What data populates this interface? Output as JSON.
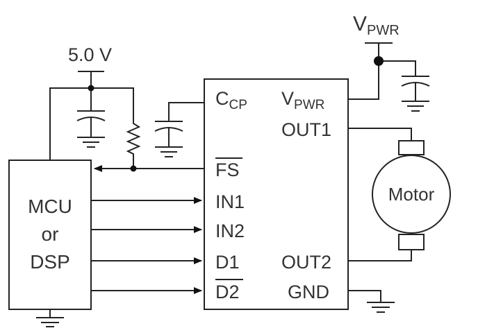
{
  "supply": {
    "logic_voltage": "5.0 V",
    "vpwr_main": "V",
    "vpwr_sub": "PWR"
  },
  "mcu": {
    "line1": "MCU",
    "line2": "or",
    "line3": "DSP"
  },
  "driver": {
    "ccp_main": "C",
    "ccp_sub": "CP",
    "vpwr_main": "V",
    "vpwr_sub": "PWR",
    "out1": "OUT1",
    "out2": "OUT2",
    "gnd": "GND",
    "fs": "FS",
    "in1": "IN1",
    "in2": "IN2",
    "d1": "D1",
    "d2": "D2"
  },
  "motor": {
    "label": "Motor"
  }
}
